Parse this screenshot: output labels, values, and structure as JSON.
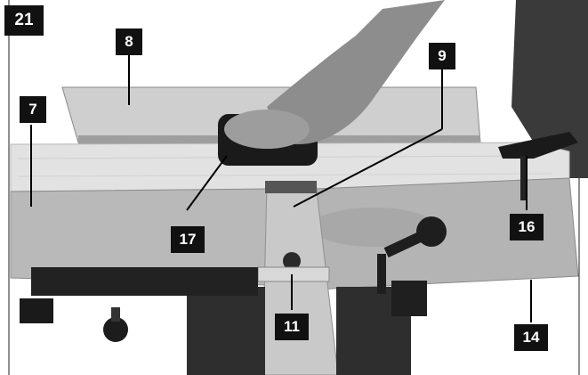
{
  "figure_number": "21",
  "callouts": [
    {
      "id": "fence",
      "text": "8"
    },
    {
      "id": "infeed-table",
      "text": "7"
    },
    {
      "id": "blade-guard",
      "text": "9"
    },
    {
      "id": "push-block",
      "text": "17"
    },
    {
      "id": "clamp-lever",
      "text": "16"
    },
    {
      "id": "guard-knob",
      "text": "11"
    },
    {
      "id": "outfeed-table",
      "text": "14"
    }
  ],
  "colors": {
    "label_bg": "#111111",
    "label_text": "#ffffff",
    "table_metal": "#b9b9b9",
    "wood": "#e2e2e2"
  }
}
